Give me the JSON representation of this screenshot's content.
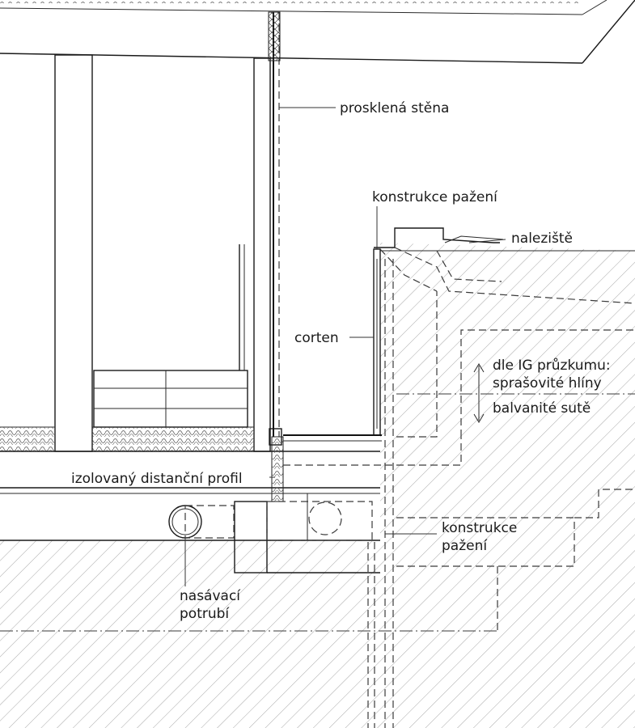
{
  "labels": {
    "glass_wall": "prosklená stěna",
    "shoring_top": "konstrukce pažení",
    "site": "naleziště",
    "corten": "corten",
    "ig_line1": "dle IG průzkumu:",
    "ig_line2": "sprašovité hlíny",
    "ig_line3": "balvanité sutě",
    "spacer": "izolovaný distanční profil",
    "shoring_bottom_line1": "konstrukce",
    "shoring_bottom_line2": "pažení",
    "suction_line1": "nasávací",
    "suction_line2": "potrubí"
  },
  "colors": {
    "line": "#1a1a1a",
    "hatch": "#9a9a9a"
  }
}
